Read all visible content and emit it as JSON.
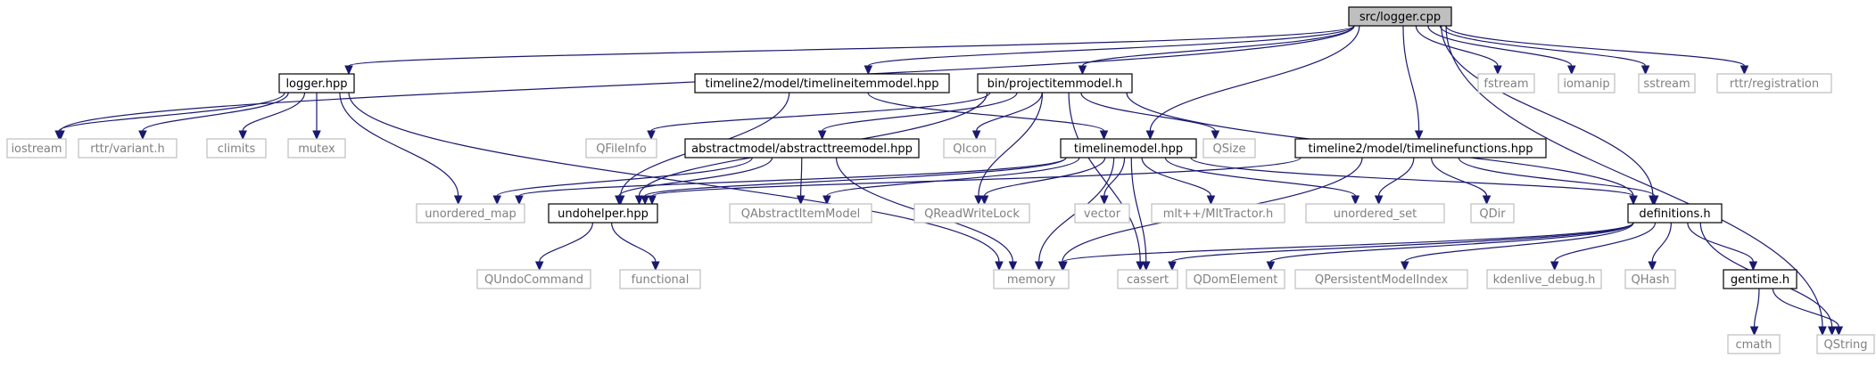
{
  "diagram": {
    "type": "include-dependency-graph",
    "colors": {
      "edge": "#191970",
      "main_fill": "#bfbfbf",
      "external_text": "#808080",
      "external_border": "#bfbfbf"
    },
    "nodes": [
      {
        "id": "logger_cpp",
        "label": "src/logger.cpp",
        "kind": "main"
      },
      {
        "id": "logger_hpp",
        "label": "logger.hpp",
        "kind": "local"
      },
      {
        "id": "timelineitemmodel",
        "label": "timeline2/model/timelineitemmodel.hpp",
        "kind": "local"
      },
      {
        "id": "projectitemmodel",
        "label": "bin/projectitemmodel.h",
        "kind": "local"
      },
      {
        "id": "fstream",
        "label": "fstream",
        "kind": "external"
      },
      {
        "id": "iomanip",
        "label": "iomanip",
        "kind": "external"
      },
      {
        "id": "sstream",
        "label": "sstream",
        "kind": "external"
      },
      {
        "id": "rttr_registration",
        "label": "rttr/registration",
        "kind": "external"
      },
      {
        "id": "iostream",
        "label": "iostream",
        "kind": "external"
      },
      {
        "id": "rttr_variant",
        "label": "rttr/variant.h",
        "kind": "external"
      },
      {
        "id": "climits",
        "label": "climits",
        "kind": "external"
      },
      {
        "id": "mutex",
        "label": "mutex",
        "kind": "external"
      },
      {
        "id": "qfileinfo",
        "label": "QFileInfo",
        "kind": "external"
      },
      {
        "id": "abstracttreemodel",
        "label": "abstractmodel/abstracttreemodel.hpp",
        "kind": "local"
      },
      {
        "id": "qicon",
        "label": "QIcon",
        "kind": "external"
      },
      {
        "id": "timelinemodel",
        "label": "timelinemodel.hpp",
        "kind": "local"
      },
      {
        "id": "qsize",
        "label": "QSize",
        "kind": "external"
      },
      {
        "id": "timelinefunctions",
        "label": "timeline2/model/timelinefunctions.hpp",
        "kind": "local"
      },
      {
        "id": "unordered_map",
        "label": "unordered_map",
        "kind": "external"
      },
      {
        "id": "undohelper",
        "label": "undohelper.hpp",
        "kind": "local"
      },
      {
        "id": "qabstractitemmodel",
        "label": "QAbstractItemModel",
        "kind": "external"
      },
      {
        "id": "qreadwritelock",
        "label": "QReadWriteLock",
        "kind": "external"
      },
      {
        "id": "vector",
        "label": "vector",
        "kind": "external"
      },
      {
        "id": "mltplus",
        "label": "mlt++/MltTractor.h",
        "kind": "external"
      },
      {
        "id": "unordered_set",
        "label": "unordered_set",
        "kind": "external"
      },
      {
        "id": "qdir",
        "label": "QDir",
        "kind": "external"
      },
      {
        "id": "definitions",
        "label": "definitions.h",
        "kind": "local"
      },
      {
        "id": "qundocommand",
        "label": "QUndoCommand",
        "kind": "external"
      },
      {
        "id": "functional",
        "label": "functional",
        "kind": "external"
      },
      {
        "id": "memory",
        "label": "memory",
        "kind": "external"
      },
      {
        "id": "cassert",
        "label": "cassert",
        "kind": "external"
      },
      {
        "id": "qdomelement",
        "label": "QDomElement",
        "kind": "external"
      },
      {
        "id": "qpersistentmodelindex",
        "label": "QPersistentModelIndex",
        "kind": "external"
      },
      {
        "id": "kdenlive_debug",
        "label": "kdenlive_debug.h",
        "kind": "external"
      },
      {
        "id": "qhash",
        "label": "QHash",
        "kind": "external"
      },
      {
        "id": "gentime",
        "label": "gentime.h",
        "kind": "local"
      },
      {
        "id": "qstring",
        "label": "QString",
        "kind": "external"
      },
      {
        "id": "cmath",
        "label": "cmath",
        "kind": "external"
      }
    ],
    "edges": [
      [
        "logger_cpp",
        "logger_hpp"
      ],
      [
        "logger_cpp",
        "timelineitemmodel"
      ],
      [
        "logger_cpp",
        "projectitemmodel"
      ],
      [
        "logger_cpp",
        "fstream"
      ],
      [
        "logger_cpp",
        "iomanip"
      ],
      [
        "logger_cpp",
        "sstream"
      ],
      [
        "logger_cpp",
        "rttr_registration"
      ],
      [
        "logger_cpp",
        "iostream"
      ],
      [
        "logger_cpp",
        "timelinemodel"
      ],
      [
        "logger_cpp",
        "timelinefunctions"
      ],
      [
        "logger_cpp",
        "definitions"
      ],
      [
        "logger_cpp",
        "qstring"
      ],
      [
        "logger_hpp",
        "iostream"
      ],
      [
        "logger_hpp",
        "rttr_variant"
      ],
      [
        "logger_hpp",
        "climits"
      ],
      [
        "logger_hpp",
        "mutex"
      ],
      [
        "logger_hpp",
        "unordered_map"
      ],
      [
        "logger_hpp",
        "memory"
      ],
      [
        "timelineitemmodel",
        "timelinemodel"
      ],
      [
        "timelineitemmodel",
        "undohelper"
      ],
      [
        "projectitemmodel",
        "qfileinfo"
      ],
      [
        "projectitemmodel",
        "abstracttreemodel"
      ],
      [
        "projectitemmodel",
        "qicon"
      ],
      [
        "projectitemmodel",
        "qsize"
      ],
      [
        "projectitemmodel",
        "undohelper"
      ],
      [
        "projectitemmodel",
        "qreadwritelock"
      ],
      [
        "projectitemmodel",
        "definitions"
      ],
      [
        "projectitemmodel",
        "cassert"
      ],
      [
        "abstracttreemodel",
        "unordered_map"
      ],
      [
        "abstracttreemodel",
        "undohelper"
      ],
      [
        "abstracttreemodel",
        "qabstractitemmodel"
      ],
      [
        "abstracttreemodel",
        "memory"
      ],
      [
        "timelinemodel",
        "unordered_map"
      ],
      [
        "timelinemodel",
        "undohelper"
      ],
      [
        "timelinemodel",
        "qabstractitemmodel"
      ],
      [
        "timelinemodel",
        "qreadwritelock"
      ],
      [
        "timelinemodel",
        "vector"
      ],
      [
        "timelinemodel",
        "mltplus"
      ],
      [
        "timelinemodel",
        "unordered_set"
      ],
      [
        "timelinemodel",
        "definitions"
      ],
      [
        "timelinemodel",
        "memory"
      ],
      [
        "timelinemodel",
        "cassert"
      ],
      [
        "timelinefunctions",
        "unordered_set"
      ],
      [
        "timelinefunctions",
        "qdir"
      ],
      [
        "timelinefunctions",
        "definitions"
      ],
      [
        "timelinefunctions",
        "undohelper"
      ],
      [
        "timelinefunctions",
        "memory"
      ],
      [
        "undohelper",
        "qundocommand"
      ],
      [
        "undohelper",
        "functional"
      ],
      [
        "definitions",
        "memory"
      ],
      [
        "definitions",
        "cassert"
      ],
      [
        "definitions",
        "qdomelement"
      ],
      [
        "definitions",
        "qpersistentmodelindex"
      ],
      [
        "definitions",
        "kdenlive_debug"
      ],
      [
        "definitions",
        "qhash"
      ],
      [
        "definitions",
        "gentime"
      ],
      [
        "definitions",
        "qstring"
      ],
      [
        "gentime",
        "cmath"
      ],
      [
        "gentime",
        "qstring"
      ]
    ]
  }
}
